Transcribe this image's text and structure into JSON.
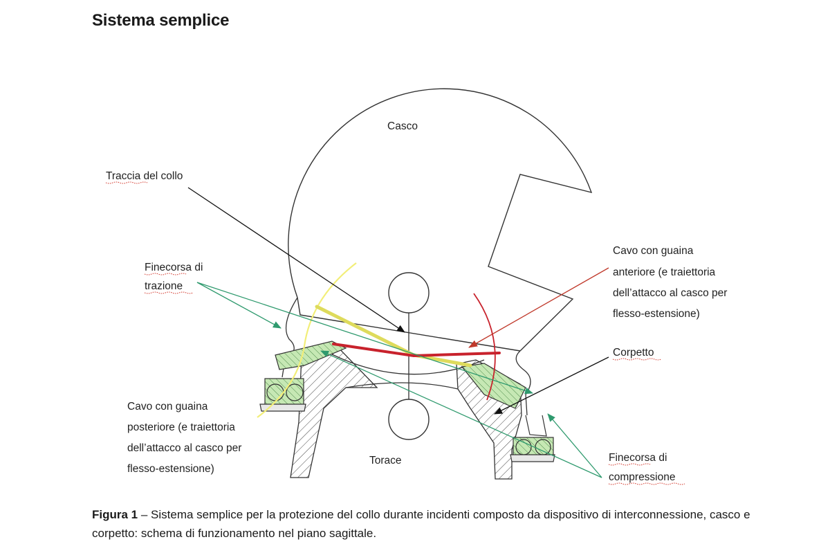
{
  "title": "Sistema semplice",
  "labels": {
    "casco": "Casco",
    "torace": "Torace",
    "traccia": "Traccia del collo",
    "fine_trazione": [
      "Finecorsa di",
      "trazione"
    ],
    "cavo_anteriore": [
      "Cavo con guaina",
      "anteriore (e traiettoria",
      "dell’attacco al casco per",
      "flesso-estensione)"
    ],
    "corpetto": "Corpetto",
    "cavo_posteriore": [
      "Cavo con guaina",
      "posteriore (e traiettoria",
      "dell’attacco al casco per",
      "flesso-estensione)"
    ],
    "fine_compressione": [
      "Finecorsa di",
      "compressione"
    ]
  },
  "caption": {
    "prefix": "Figura 1",
    "text": " – Sistema semplice per la protezione del collo durante incidenti composto da dispositivo di interconnessione, casco e corpetto: schema di funzionamento nel piano sagittale."
  },
  "colors": {
    "outline": "#333333",
    "arrow_black": "#111111",
    "arrow_green": "#2f9a6e",
    "arrow_red": "#c0392b",
    "yellow_light": "#f4f07a",
    "yellow_bar": "#e3e06a",
    "red_bar": "#c8222c",
    "pad_green": "#b9e0a8"
  }
}
